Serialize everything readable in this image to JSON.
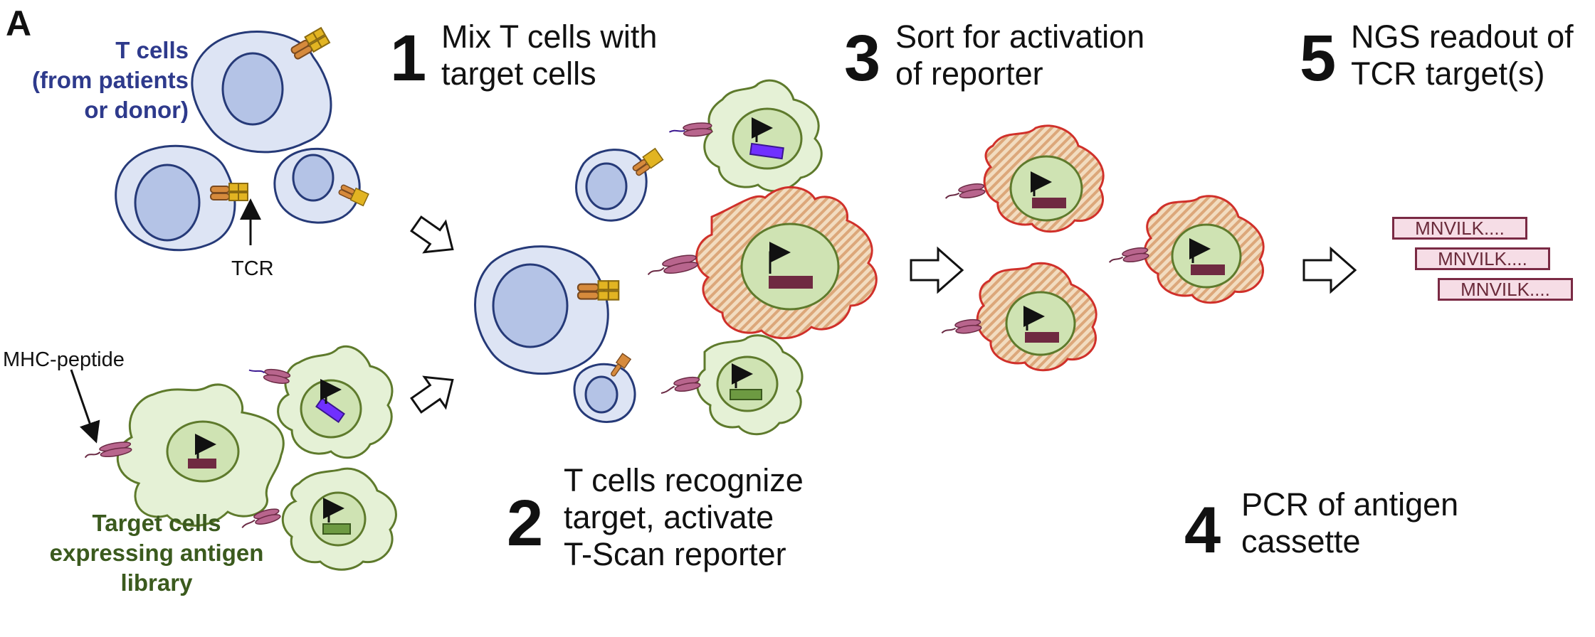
{
  "panel_letter": "A",
  "steps": [
    {
      "number": "1",
      "lines": [
        "Mix T cells with",
        "target cells"
      ]
    },
    {
      "number": "2",
      "lines": [
        "T cells recognize",
        "target, activate",
        "T-Scan reporter"
      ]
    },
    {
      "number": "3",
      "lines": [
        "Sort for activation",
        "of reporter"
      ]
    },
    {
      "number": "4",
      "lines": [
        "PCR of antigen",
        "cassette"
      ]
    },
    {
      "number": "5",
      "lines": [
        "NGS readout of",
        "TCR target(s)"
      ]
    }
  ],
  "labels": {
    "t_cells": [
      "T cells",
      "(from patients",
      "or donor)"
    ],
    "tcr": "TCR",
    "mhc_peptide": "MHC-peptide",
    "target_cells": [
      "Target cells",
      "expressing antigen",
      "library"
    ]
  },
  "sequences": [
    "MNVILK....",
    "MNVILK....",
    "MNVILK...."
  ],
  "colors": {
    "t_cell_fill": "#dde4f4",
    "t_cell_stroke": "#263a78",
    "t_nucleus_fill": "#b4c3e6",
    "target_fill": "#e5f1d6",
    "target_stroke": "#5e7a2c",
    "target_nucleus_fill": "#cfe3b3",
    "activated_stroke": "#d0302a",
    "activated_hatch": "#e0b68c",
    "reporter_off": "#6f2a41",
    "reporter_purple": "#7030ff",
    "reporter_green": "#6d9a42",
    "mhc": "#b8658d",
    "tcr_orange": "#d68a3c",
    "tcr_yellow": "#e2b422"
  },
  "icons": [
    "arrow-right-outline-icon",
    "promoter-arrow-icon",
    "tcr-receptor-icon",
    "mhc-peptide-icon"
  ]
}
